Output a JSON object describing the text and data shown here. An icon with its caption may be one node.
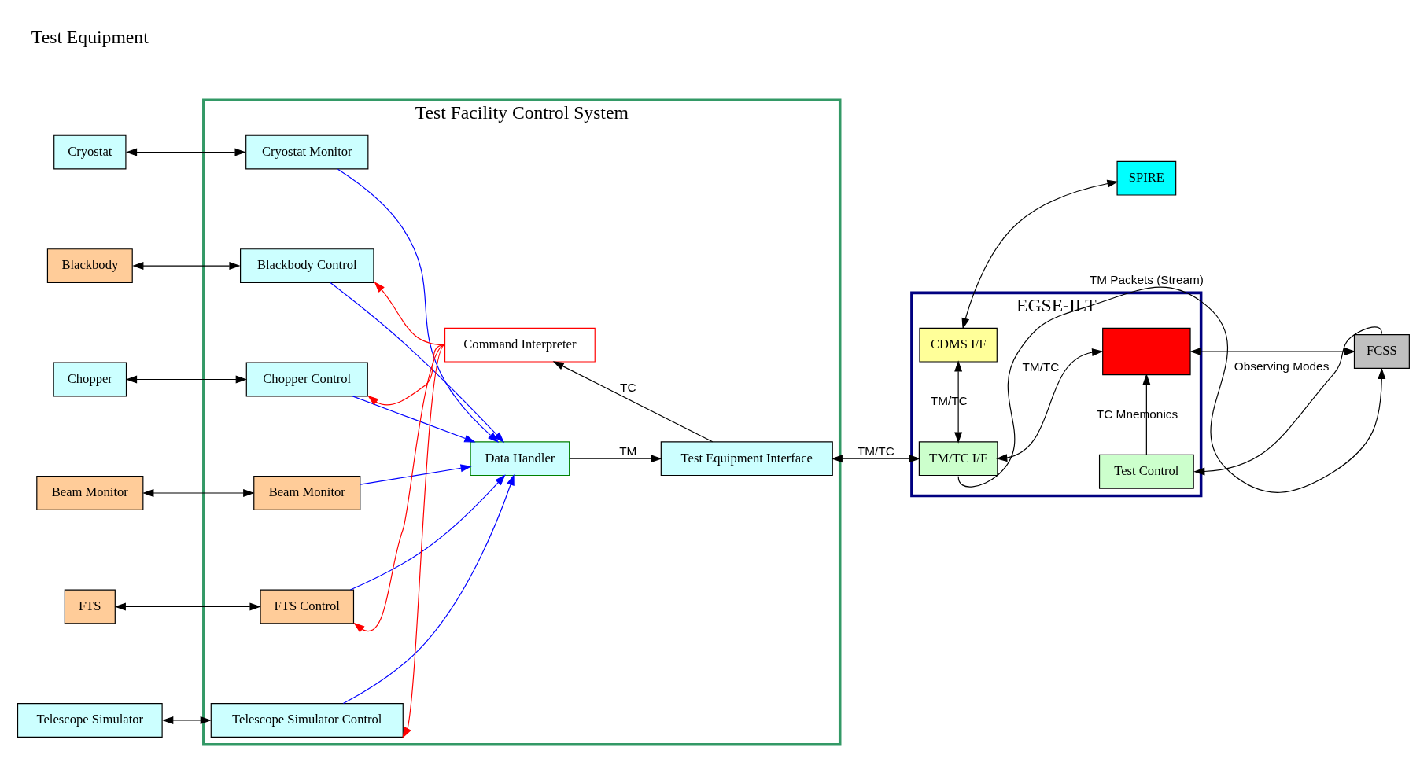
{
  "diagram": {
    "nodes": [
      {
        "text": [
          "Cryostat"
        ]
      },
      {
        "text": [
          "Blackbody"
        ]
      },
      {
        "text": [
          "Chopper"
        ]
      },
      {
        "text": [
          "Beam Monitor"
        ]
      },
      {
        "text": [
          "FTS"
        ]
      },
      {
        "text": [
          "Telescope Simulator"
        ]
      },
      {
        "text": [
          "Test Facility Control System"
        ]
      },
      {
        "text": [
          "Cryostat Monitor"
        ],
        "in": 6
      },
      {
        "text": [
          "Blackbody Control"
        ],
        "in": 6
      },
      {
        "text": [
          "Chopper Control"
        ],
        "in": 6
      },
      {
        "text": [
          "Beam Monitor"
        ],
        "in": 6
      },
      {
        "text": [
          "FTS Control"
        ],
        "in": 6
      },
      {
        "text": [
          "Telescope Simulator Control"
        ],
        "in": 6
      },
      {
        "text": [
          "Command Interpreter"
        ],
        "in": 6
      },
      {
        "text": [
          "Data Handler"
        ],
        "in": 6
      },
      {
        "text": [
          "Test Equipment Interface"
        ],
        "in": 6
      },
      {
        "text": [
          "EGSE-ILT"
        ]
      },
      {
        "text": [
          "Test Control"
        ],
        "in": 16
      },
      {
        "text": [
          "TM/TC I/F"
        ],
        "in": 16
      },
      {
        "text": [],
        "shape": "box",
        "in": 16
      },
      {
        "text": [
          "CDMS I/F"
        ],
        "in": 16
      },
      {
        "text": [
          "FCSS"
        ]
      },
      {
        "text": [
          "SPIRE"
        ]
      }
    ],
    "edges": [
      {
        "from": 0,
        "to": 7,
        "arrow": "both"
      },
      {
        "from": 1,
        "to": 8,
        "arrow": "both"
      },
      {
        "from": 2,
        "to": 9,
        "arrow": "both"
      },
      {
        "from": 3,
        "to": 10,
        "arrow": "both"
      },
      {
        "from": 4,
        "to": 11,
        "arrow": "both"
      },
      {
        "from": 5,
        "to": 12,
        "arrow": "both"
      },
      {
        "from": 7,
        "to": 14,
        "arrow": "to",
        "color": "#0000ff"
      },
      {
        "from": 8,
        "to": 14,
        "arrow": "to",
        "color": "#0000ff"
      },
      {
        "from": 9,
        "to": 14,
        "arrow": "to",
        "color": "#0000ff"
      },
      {
        "from": 10,
        "to": 14,
        "arrow": "to",
        "color": "#0000ff"
      },
      {
        "from": 11,
        "to": 14,
        "arrow": "to",
        "color": "#0000ff"
      },
      {
        "from": 12,
        "to": 14,
        "arrow": "to",
        "color": "#0000ff"
      },
      {
        "from": 13,
        "to": 8,
        "arrow": "to",
        "color": "#ff0000"
      },
      {
        "from": 13,
        "to": 9,
        "arrow": "to",
        "color": "#ff0000"
      },
      {
        "from": 13,
        "to": 11,
        "arrow": "to",
        "color": "#ff0000"
      },
      {
        "from": 13,
        "to": 12,
        "arrow": "to",
        "color": "#ff0000"
      },
      {
        "from": 15,
        "to": 13,
        "arrow": "to",
        "label": "TC"
      },
      {
        "from": 14,
        "to": 15,
        "arrow": "to",
        "label": "TM"
      },
      {
        "from": 15,
        "to": 18,
        "arrow": "both",
        "label": "TM/TC"
      },
      {
        "from": 18,
        "to": 19,
        "arrow": "both",
        "label": "TM/TC"
      },
      {
        "from": 18,
        "to": 20,
        "arrow": "both",
        "label": "TM/TC"
      },
      {
        "from": 17,
        "to": 19,
        "arrow": "to",
        "label": "TC Mnemonics"
      },
      {
        "from": 19,
        "to": 21,
        "arrow": "both"
      },
      {
        "from": 18,
        "to": 21,
        "arrow": "to",
        "label": "TM Packets (Stream)"
      },
      {
        "from": 21,
        "to": 17,
        "arrow": "to",
        "label": "Observing Modes"
      },
      {
        "from": 20,
        "to": 22,
        "arrow": "both"
      }
    ],
    "labels": [
      "Test Equipment"
    ]
  }
}
